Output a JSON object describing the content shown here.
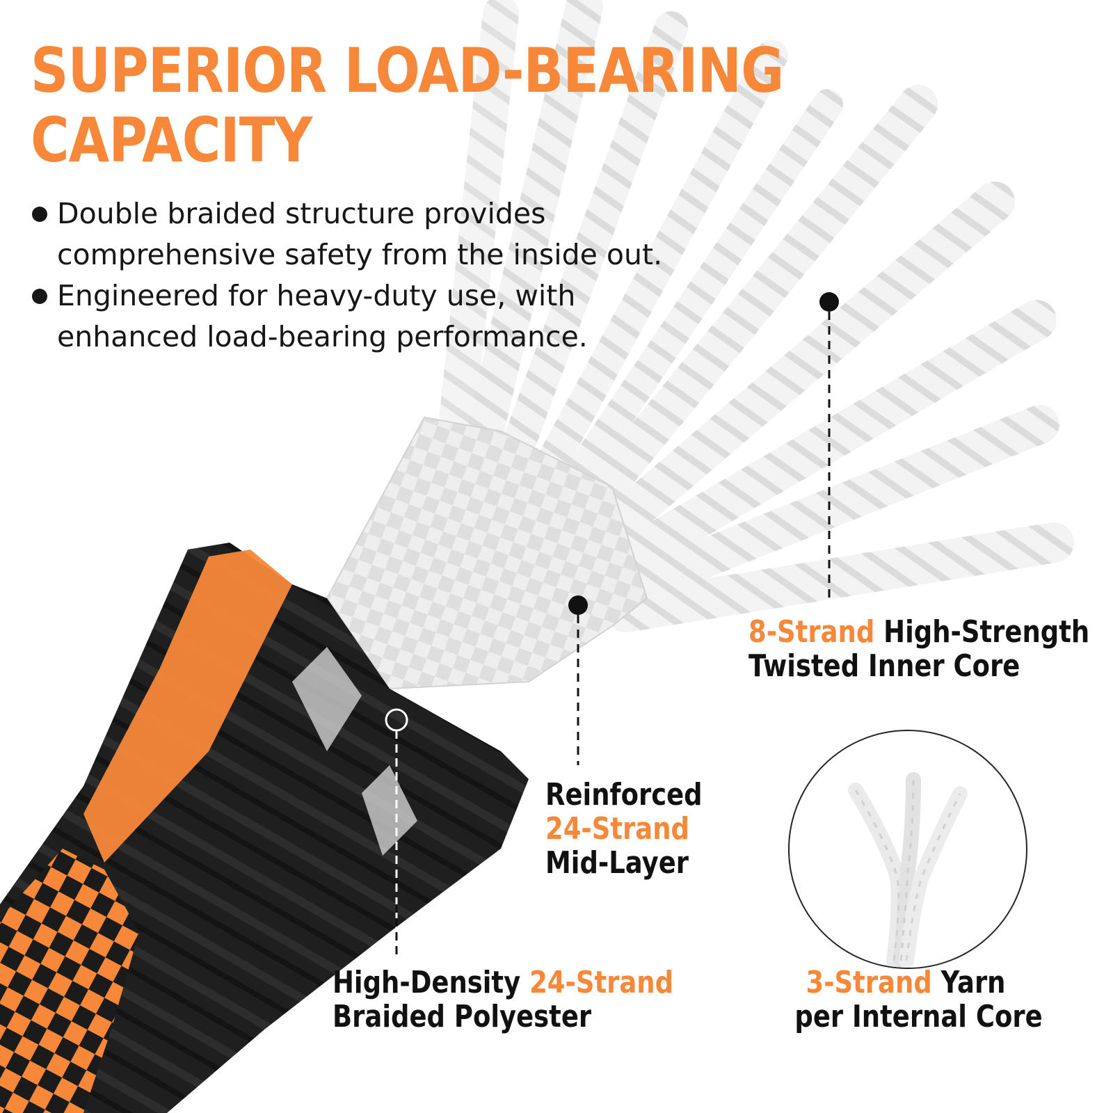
{
  "headline": {
    "line1": "SUPERIOR LOAD-BEARING",
    "line2": "CAPACITY"
  },
  "bullets": [
    {
      "line1": "Double braided structure provides",
      "line2": "comprehensive safety from the inside out."
    },
    {
      "line1": "Engineered for heavy-duty use, with",
      "line2": "enhanced load-bearing performance."
    }
  ],
  "callouts": {
    "inner_core": {
      "accent": "8-Strand",
      "text1": " High-Strength",
      "line2": "Twisted Inner Core"
    },
    "mid_layer": {
      "line1": "Reinforced",
      "accent": "24-Strand",
      "line3": "Mid-Layer"
    },
    "outer_layer": {
      "text1": "High-Density ",
      "accent": "24-Strand",
      "line2": "Braided Polyester"
    },
    "yarn": {
      "accent": "3-Strand",
      "text1": " Yarn",
      "line2": "per Internal Core"
    }
  },
  "colors": {
    "accent": "#f7883a",
    "text": "#111111",
    "rope_black": "#1c1c1c",
    "rope_orange": "#f7883a",
    "rope_white": "#f4f4f4"
  }
}
